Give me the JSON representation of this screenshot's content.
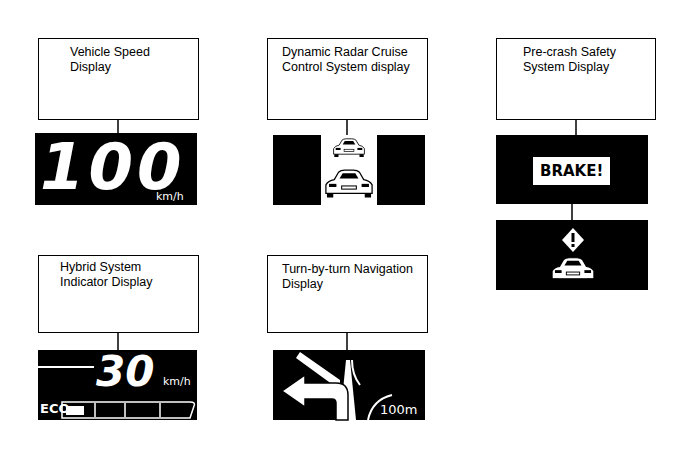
{
  "diagram": {
    "nodes": [
      {
        "text": [
          "Vehicle Speed Display"
        ]
      },
      {
        "text": [
          "Dynamic Radar Cruise Control System display"
        ]
      },
      {
        "text": [
          "Pre-crash Safety System Display"
        ]
      },
      {
        "text": [
          "Hybrid System Indicator Display"
        ]
      },
      {
        "text": [
          "Turn-by-turn Navigation Display"
        ]
      }
    ],
    "labels": [
      "100",
      "km/h",
      "BRAKE!",
      "ECO",
      "30",
      "km/h",
      "100m"
    ]
  }
}
